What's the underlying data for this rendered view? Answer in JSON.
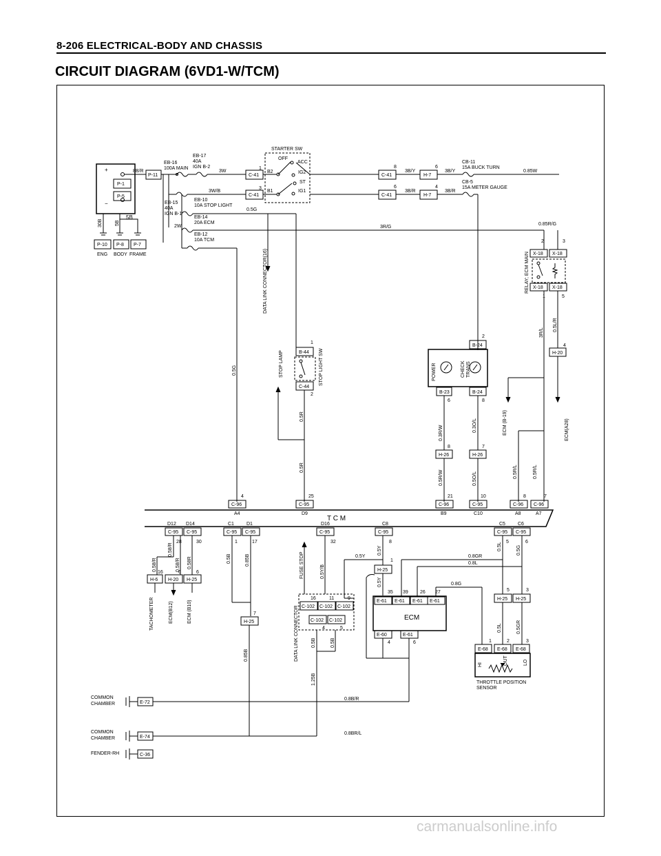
{
  "header": {
    "page_title": "8-206 ELECTRICAL-BODY AND CHASSIS"
  },
  "diagram_title": "CIRCUIT DIAGRAM (6VD1-W/TCM)",
  "watermark": "carmanualsonline.info",
  "battery": {
    "plus": "+",
    "minus": "−",
    "wire_out": "8B/R",
    "connectors": [
      "P-1",
      "P-5"
    ],
    "grounds": [
      "30B",
      "5B",
      "5B"
    ],
    "ground_connectors": [
      "P-10",
      "P-8",
      "P-7"
    ],
    "ground_labels": [
      "ENG",
      "BODY",
      "FRAME"
    ]
  },
  "fusible_links": {
    "p11": "P-11",
    "eb16": [
      "EB-16",
      "100A MAIN"
    ],
    "eb17": [
      "EB-17",
      "40A",
      "IGN B-2"
    ],
    "eb15": [
      "EB-15",
      "40A",
      "IGN B-1"
    ],
    "eb10": [
      "EB-10",
      "10A STOP LIGHT"
    ],
    "eb14": [
      "EB-14",
      "20A ECM"
    ],
    "eb12": [
      "EB-12",
      "10A TCM"
    ]
  },
  "wires": {
    "w3w": "3W",
    "w3wb": "3W/B",
    "w05g": "0.5G",
    "w2w": "2W",
    "w3rg": "3R/G",
    "w3by": "3B/Y",
    "w3by2": "3B/Y",
    "w3br": "3B/R",
    "w3br2": "3B/R",
    "w085w": "0.85W",
    "w085rg": "0.85R/G",
    "w3rl": "3R/L",
    "w05lr": "0.5L/R",
    "w05g_vert": "0.5G",
    "w05r1": "0.5R",
    "w05r2": "0.5R",
    "w03rw": "0.3R/W",
    "w03ol": "0.3O/L",
    "w05rw": "0.5R/W",
    "w05ol": "0.5O/L",
    "w05rl": "0.5R/L",
    "w05rl2": "0.5R/L",
    "w058r_a": "0.58/R",
    "w058r_b": "0.58/R",
    "w058r_c": "0.58/R",
    "w058r_d": "0.58R",
    "w05b": "0.5B",
    "w085b": "0.85B",
    "w085b2": "0.85B",
    "w05yb": "0.5Y/B",
    "w05y": "0.5Y",
    "w05y2": "0.5Y",
    "w05y3": "0.5Y",
    "w08gr": "0.8GR",
    "w08l": "0.8L",
    "w08g": "0.8G",
    "w05l": "0.5L",
    "w05g2": "0.5G",
    "w05l2": "0.5L",
    "w05gr": "0.5GR",
    "w05b1": "0.5B",
    "w05b2": "0.5B",
    "w125b": "1.25B",
    "w08br": "0.8B/R",
    "w08brl": "0.8BR/L"
  },
  "starter_switch": {
    "title": "STARTER SW",
    "positions": [
      "OFF",
      "ACC",
      "IG2",
      "ST",
      "IG1"
    ],
    "terminals": [
      "B2",
      "B1"
    ],
    "pins": [
      "1",
      "3"
    ],
    "connectors": [
      "C-41",
      "C-41"
    ]
  },
  "right_top": {
    "c41": [
      "C-41",
      "C-41"
    ],
    "h7": [
      "H-7",
      "H-7"
    ],
    "pins": [
      "8",
      "6",
      "6",
      "4"
    ],
    "cb11": [
      "CB-11",
      "15A BUCK TURN"
    ],
    "cb5": [
      "CB-5",
      "15A METER GAUGE"
    ]
  },
  "relay": {
    "label": "RELAY; ECM MAIN",
    "connectors": [
      "X-18",
      "X-18",
      "X-18",
      "X-18"
    ],
    "pins": [
      "2",
      "3",
      "1",
      "5"
    ]
  },
  "h20_right": {
    "connector": "H-20",
    "pin": "4",
    "dest": "ECM(A28)"
  },
  "data_link_top": "DATA LINK CONNECTOR(16)",
  "stop_light": {
    "connectors": [
      "B-44",
      "C-44"
    ],
    "pins": [
      "1",
      "2"
    ],
    "label_sw": "STOP LIGHT SW",
    "label_lamp": "STOP LAMP"
  },
  "indicator": {
    "b24_top": "B-24",
    "b23": "B-23",
    "b24_bot": "B-24",
    "power": "POWER",
    "check_trans": [
      "CHECK",
      "TRANS"
    ],
    "pins": [
      "2",
      "6",
      "8"
    ]
  },
  "ecm_b19": "ECM (B-19)",
  "h26": {
    "connectors": [
      "H-26",
      "H-26"
    ],
    "pins": [
      "8",
      "7"
    ]
  },
  "tcm": {
    "label": "T    C    M",
    "top_conns": [
      "C-96",
      "C-95",
      "C-96",
      "C-95",
      "C-96",
      "C-96"
    ],
    "top_pins": [
      "4",
      "25",
      "21",
      "10",
      "8",
      "7"
    ],
    "top_terms": [
      "A4",
      "D9",
      "B9",
      "C10",
      "A8",
      "A7"
    ],
    "bot_terms": [
      "D12",
      "D14",
      "C1",
      "D1",
      "D16",
      "C8",
      "C5",
      "C6"
    ],
    "bot_conns": [
      "C-95",
      "C-95",
      "C-95",
      "C-95",
      "C-95",
      "C-95",
      "C-95",
      "C-95"
    ],
    "bot_pins": [
      "28",
      "30",
      "1",
      "17",
      "32",
      "8",
      "5",
      "6"
    ]
  },
  "lower_left": {
    "h6": "H-6",
    "h20": "H-20",
    "h25": "H-25",
    "pins": [
      "16",
      "6",
      "6"
    ],
    "tach": "TACHOMETER",
    "ecm_b12": "ECM(B12)",
    "ecm_b10": "ECM (B10)",
    "h25b": "H-25",
    "h25b_pin": "7"
  },
  "fuse_stop": "FUSE STOP",
  "data_link_bottom": {
    "label": "DATA LINK CONNECTOR",
    "conns": [
      "C-102",
      "C-102",
      "C-102",
      "C-102",
      "C-102"
    ],
    "pins": [
      "16",
      "11",
      "9",
      "4",
      "5"
    ]
  },
  "h25_mid": {
    "connector": "H-25",
    "pin": "1"
  },
  "ecm": {
    "label": "ECM",
    "top_conns": [
      "E-61",
      "E-61",
      "E-61",
      "E-61"
    ],
    "top_pins": [
      "35",
      "39",
      "26",
      "27"
    ],
    "bot_conns": [
      "E-60",
      "E-61"
    ],
    "bot_pins": [
      "4",
      "6"
    ]
  },
  "tps": {
    "h25": [
      "H-25",
      "H-25"
    ],
    "h25_pins": [
      "5",
      "3"
    ],
    "conns": [
      "E-68",
      "E-68",
      "E-68"
    ],
    "pins": [
      "1",
      "2",
      "3"
    ],
    "terms": [
      "HI",
      "OUT",
      "LO"
    ],
    "label": [
      "THROTTLE POSITION",
      "SENSOR"
    ]
  },
  "grounds_bottom": [
    {
      "label": [
        "COMMON",
        "CHAMBER"
      ],
      "connector": "E-72"
    },
    {
      "label": [
        "COMMON",
        "CHAMBER"
      ],
      "connector": "E-74"
    },
    {
      "label": [
        "FENDER-RH"
      ],
      "connector": "C-36"
    }
  ]
}
